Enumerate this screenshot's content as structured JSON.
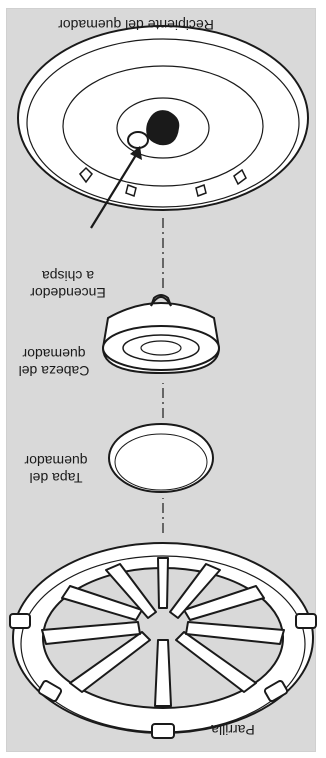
{
  "labels": {
    "burner_base": "Recipiente del quemador",
    "igniter_line1": "Encendedor",
    "igniter_line2": "a chispa",
    "burner_head_line1": "Cabeza del",
    "burner_head_line2": "quemador",
    "burner_cap_line1": "Tapa del",
    "burner_cap_line2": "quemador",
    "grate": "Parrilla"
  },
  "colors": {
    "background": "#d9d9d9",
    "part_fill": "#ffffff",
    "stroke": "#1a1a1a"
  },
  "orientation": "rotated-180"
}
